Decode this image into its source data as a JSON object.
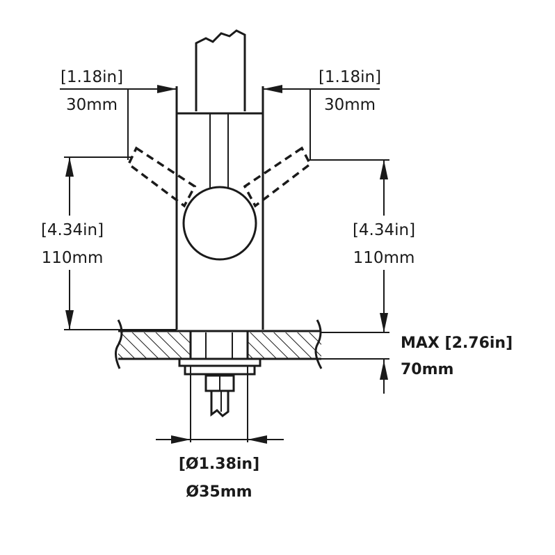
{
  "dimensions": {
    "top_left": {
      "inch": "[1.18in]",
      "mm": "30mm"
    },
    "top_right": {
      "inch": "[1.18in]",
      "mm": "30mm"
    },
    "left_height": {
      "inch": "[4.34in]",
      "mm": "110mm"
    },
    "right_height": {
      "inch": "[4.34in]",
      "mm": "110mm"
    },
    "max_thickness": {
      "inch": "MAX [2.76in]",
      "mm": "70mm"
    },
    "diameter": {
      "inch": "[Ø1.38in]",
      "mm": "Ø35mm"
    }
  }
}
